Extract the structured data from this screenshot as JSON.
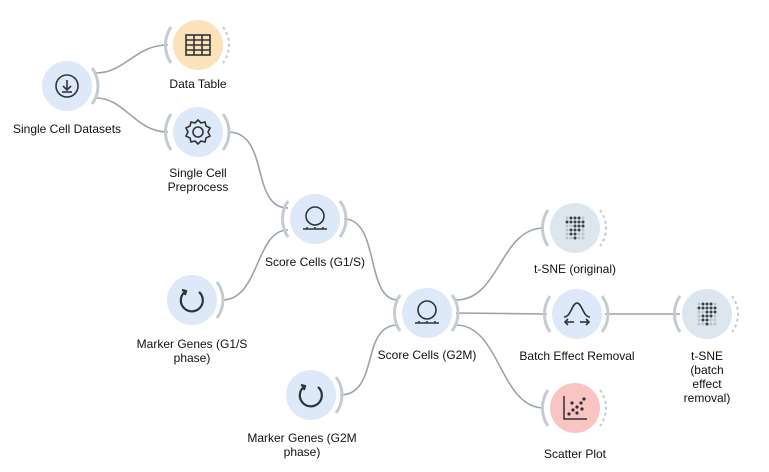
{
  "colors": {
    "link": "#9aa4ab",
    "ring": "#c4cbd3",
    "blue_node": "#dde8f9",
    "blue_icon": "#2f3438",
    "orange_node": "#fbe2b8",
    "red_node": "#f9c4c2",
    "slate_node": "#dbe6ee"
  },
  "nodes": {
    "single_cell_datasets": {
      "label": "Single Cell Datasets",
      "icon": "download-icon"
    },
    "data_table": {
      "label": "Data Table",
      "icon": "table-icon"
    },
    "single_cell_preprocess": {
      "label": "Single Cell\nPreprocess",
      "icon": "gear-icon"
    },
    "score_cells_g1s": {
      "label": "Score Cells (G1/S)",
      "icon": "circle-score-icon"
    },
    "marker_genes_g1s": {
      "label": "Marker Genes (G1/S\nphase)",
      "icon": "circular-arrow-icon"
    },
    "score_cells_g2m": {
      "label": "Score Cells (G2M)",
      "icon": "circle-score-icon"
    },
    "marker_genes_g2m": {
      "label": "Marker Genes (G2M\nphase)",
      "icon": "circular-arrow-icon"
    },
    "tsne_original": {
      "label": "t-SNE (original)",
      "icon": "tsne-dots-icon"
    },
    "batch_effect_removal": {
      "label": "Batch Effect Removal",
      "icon": "bell-curve-icon"
    },
    "tsne_batch": {
      "label": "t-SNE (batch effect\nremoval)",
      "icon": "tsne-dots-icon"
    },
    "scatter_plot": {
      "label": "Scatter Plot",
      "icon": "scatter-icon"
    }
  }
}
